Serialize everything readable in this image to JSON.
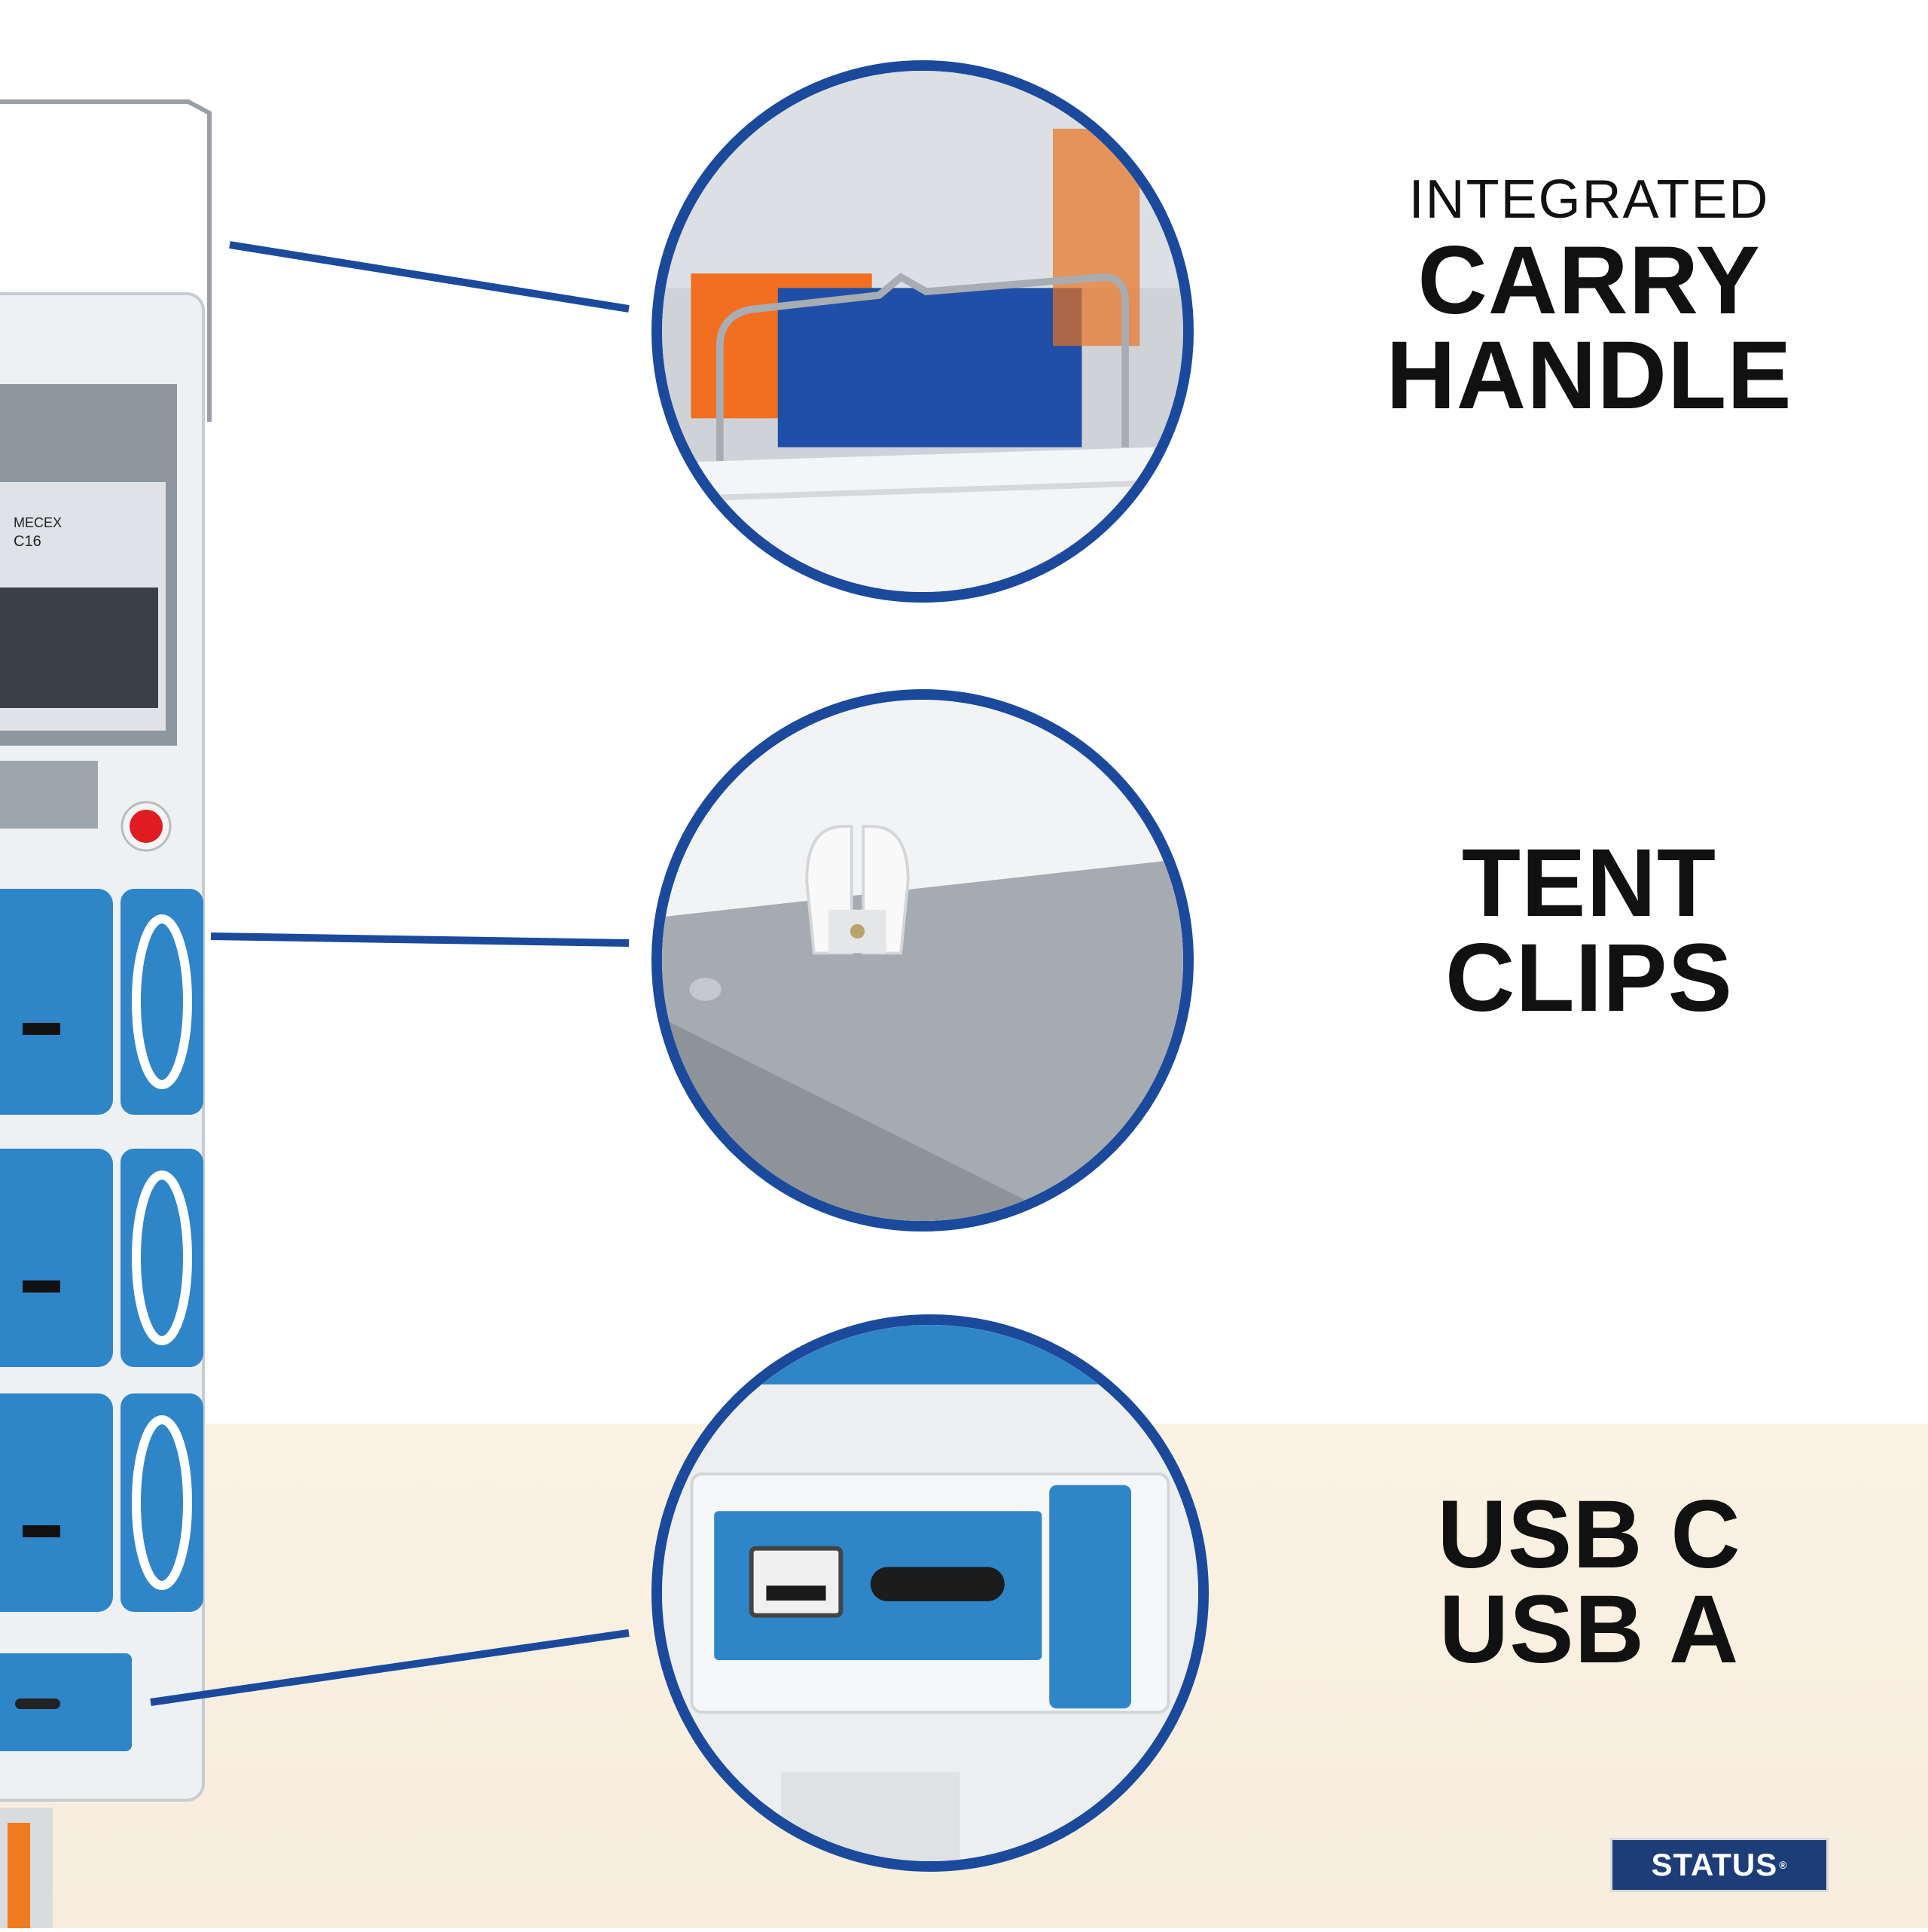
{
  "features": [
    {
      "sub": "INTEGRATED",
      "lines": [
        "CARRY",
        "HANDLE"
      ]
    },
    {
      "sub": "",
      "lines": [
        "TENT",
        "CLIPS"
      ]
    },
    {
      "sub": "",
      "lines": [
        "USB C",
        "USB A"
      ]
    }
  ],
  "device": {
    "breaker_brand": "MECEX",
    "breaker_rating": "C16"
  },
  "brand": {
    "name": "STATUS",
    "mark": "®"
  },
  "colors": {
    "accent_blue": "#1b4a9c",
    "socket_blue": "#2e86c8",
    "brand_navy": "#1d3d78",
    "indicator_red": "#e01b22"
  },
  "icons": [
    "carry-handle-icon",
    "tent-clip-icon",
    "usb-port-icon"
  ]
}
